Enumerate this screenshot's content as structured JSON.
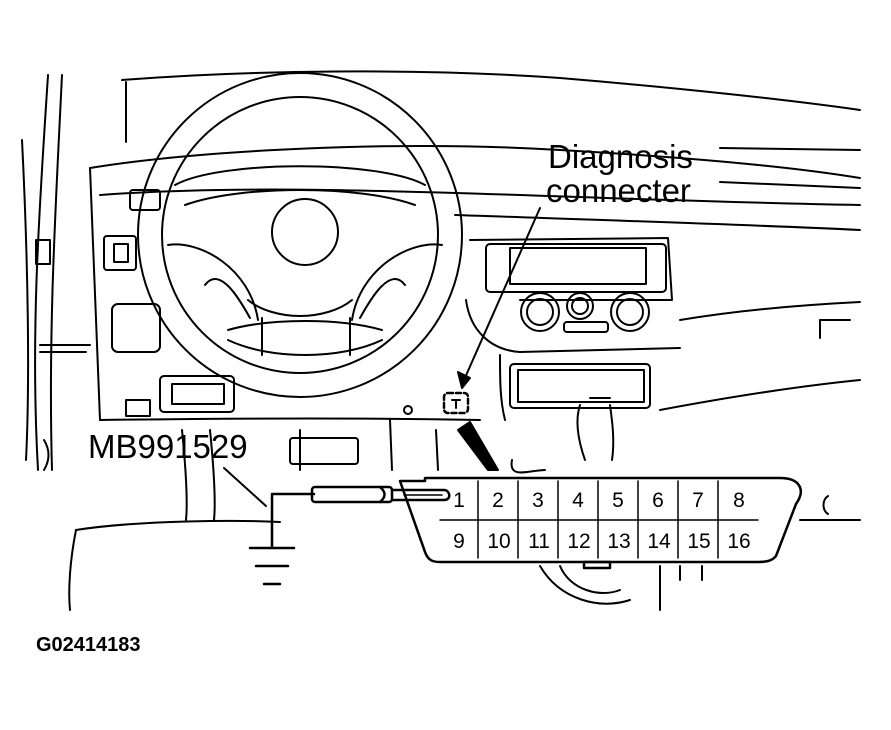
{
  "callout": {
    "connector_line1": "Diagnosis",
    "connector_line2": "connecter",
    "tool": "MB991529"
  },
  "figure_id": "G02414183",
  "connector_pins": {
    "top_row": [
      "1",
      "2",
      "3",
      "4",
      "5",
      "6",
      "7",
      "8"
    ],
    "bottom_row": [
      "9",
      "10",
      "11",
      "12",
      "13",
      "14",
      "15",
      "16"
    ]
  },
  "icons": [
    "steering-wheel",
    "dashboard",
    "ground-symbol",
    "test-lead-probe",
    "obd-connector"
  ],
  "colors": {
    "line": "#000000",
    "background": "#ffffff"
  }
}
